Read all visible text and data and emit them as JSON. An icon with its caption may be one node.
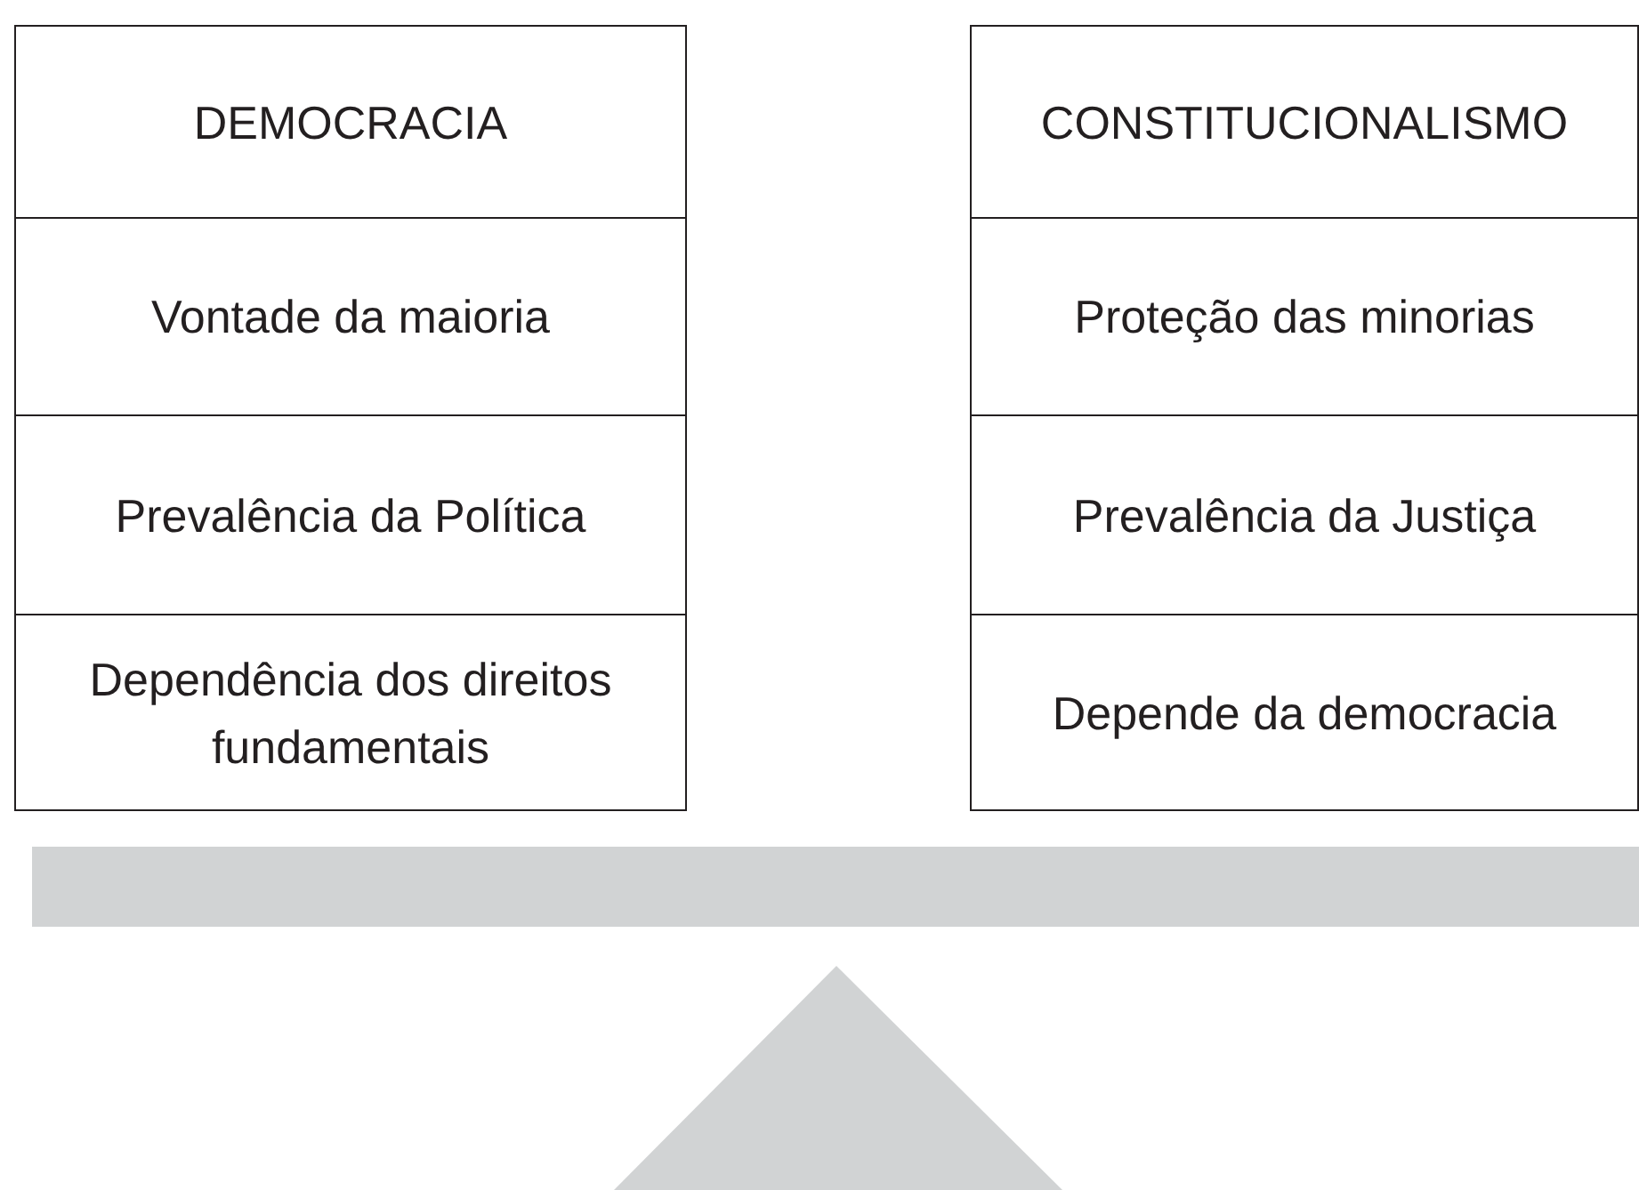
{
  "diagram": {
    "nodes": [
      {
        "text": [
          "DEMOCRACIA"
        ]
      },
      {
        "text": [
          "Vontade da maioria"
        ]
      },
      {
        "text": [
          "Prevalência da Política"
        ]
      },
      {
        "text": [
          "Dependência dos direitos fundamentais"
        ]
      },
      {
        "text": [
          "CONSTITUCIONALISMO"
        ]
      },
      {
        "text": [
          "Proteção das minorias"
        ]
      },
      {
        "text": [
          "Prevalência da Justiça"
        ]
      },
      {
        "text": [
          "Depende da democracia"
        ]
      }
    ]
  }
}
